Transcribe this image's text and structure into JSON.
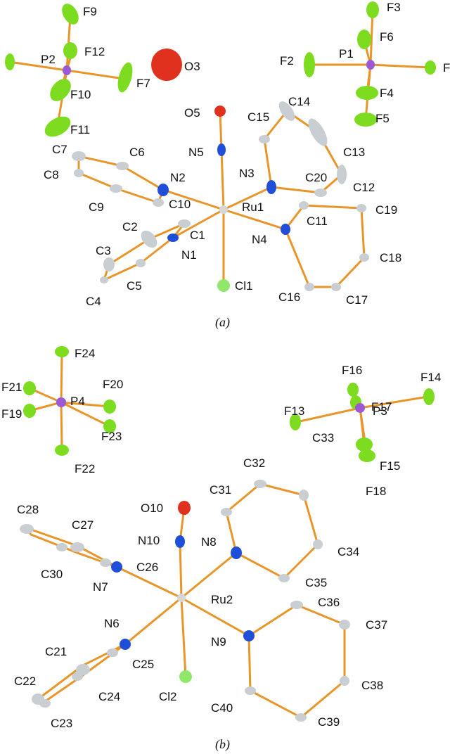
{
  "captions": {
    "a": "(a)",
    "b": "(b)"
  },
  "colors": {
    "bond": "#e8962a",
    "carbon": "#c9ced3",
    "nitrogen": "#1f4fd8",
    "oxygen": "#e0301e",
    "fluorine": "#7ddc1f",
    "phosphorus": "#9b59d6",
    "chlorine": "#8fe86a",
    "ruthenium": "#d6d6d6"
  },
  "labels": {
    "F9": "F9",
    "F12": "F12",
    "P2": "P2",
    "F7": "F7",
    "F10": "F10",
    "F11": "F11",
    "O3": "O3",
    "F3": "F3",
    "F6": "F6",
    "P1": "P1",
    "F2": "F2",
    "F4": "F4",
    "F5": "F5",
    "F_cut": "F",
    "O5": "O5",
    "N5": "N5",
    "C14": "C14",
    "C15": "C15",
    "C13": "C13",
    "C7": "C7",
    "C6": "C6",
    "C8": "C8",
    "N2": "N2",
    "N3": "N3",
    "C20": "C20",
    "C12": "C12",
    "C9": "C9",
    "C10": "C10",
    "Ru1": "Ru1",
    "C19": "C19",
    "C2": "C2",
    "C11": "C11",
    "C1": "C1",
    "N1": "N1",
    "N4": "N4",
    "C3": "C3",
    "C18": "C18",
    "C5": "C5",
    "Cl1": "Cl1",
    "C4": "C4",
    "C16": "C16",
    "C17": "C17",
    "F24": "F24",
    "F21": "F21",
    "F20": "F20",
    "P4": "P4",
    "F19": "F19",
    "F23": "F23",
    "F22": "F22",
    "F16": "F16",
    "F17": "F17",
    "F13": "F13",
    "P3": "P3",
    "F14": "F14",
    "C32": "C32",
    "C33": "C33",
    "F15": "F15",
    "F18": "F18",
    "C31": "C31",
    "O10": "O10",
    "C28": "C28",
    "C27": "C27",
    "N10": "N10",
    "N8": "N8",
    "C34": "C34",
    "C30": "C30",
    "C26": "C26",
    "N7": "N7",
    "C35": "C35",
    "Ru2": "Ru2",
    "C36": "C36",
    "N6": "N6",
    "C37": "C37",
    "N9": "N9",
    "C21": "C21",
    "C25": "C25",
    "C22": "C22",
    "C24": "C24",
    "Cl2": "Cl2",
    "C38": "C38",
    "C40": "C40",
    "C23": "C23",
    "C39": "C39"
  }
}
